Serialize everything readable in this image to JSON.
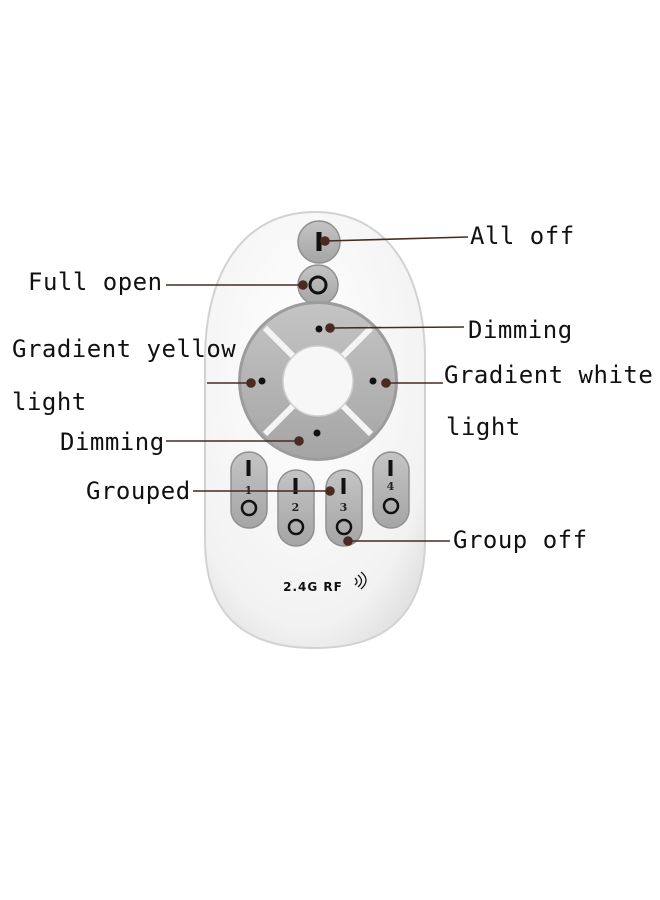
{
  "labels": {
    "all_off": "All off",
    "full_open": "Full open",
    "gradient_yellow_line1": "Gradient yellow",
    "gradient_yellow_line2": "light",
    "dimming_up": "Dimming",
    "gradient_white_line1": "Gradient white",
    "gradient_white_line2": "light",
    "dimming_down": "Dimming",
    "grouped": "Grouped",
    "group_off": "Group off"
  },
  "remote": {
    "brand_text": "2.4G RF",
    "group_numbers": [
      "1",
      "2",
      "3",
      "4"
    ]
  },
  "colors": {
    "body": "#f3f3f3",
    "button": "#b5b5b5",
    "button_dark": "#9d9d9d",
    "leader": "#4a2a22"
  }
}
